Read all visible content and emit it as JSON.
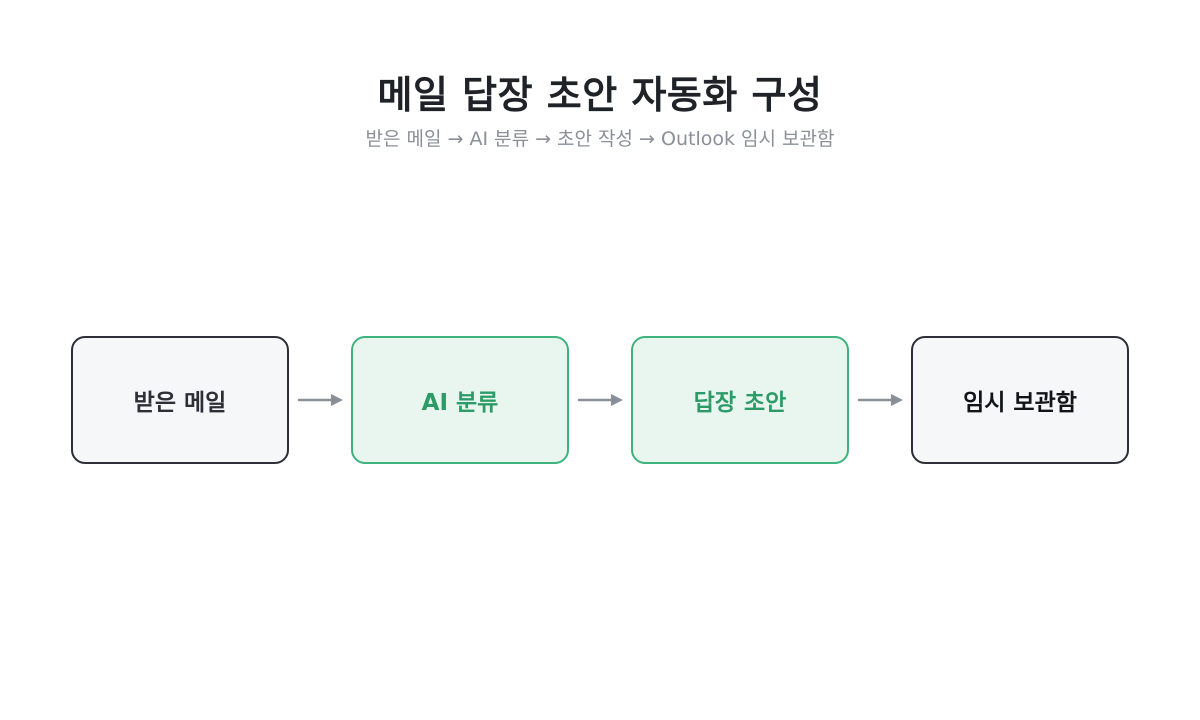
{
  "header": {
    "title": "메일 답장 초안 자동화 구성",
    "subtitle": "받은 메일 → AI 분류 → 초안 작성 → Outlook 임시 보관함"
  },
  "flow": {
    "steps": [
      {
        "label": "받은 메일",
        "style": "neutral"
      },
      {
        "label": "AI 분류",
        "style": "accent"
      },
      {
        "label": "답장 초안",
        "style": "accent"
      },
      {
        "label": "임시 보관함",
        "style": "neutral"
      }
    ],
    "colors": {
      "accent": "#3fb37f",
      "accent_fill": "#e9f6ef",
      "neutral_border": "#2c2f36",
      "neutral_fill": "#f6f7f9",
      "arrow": "#8a8f98"
    }
  }
}
